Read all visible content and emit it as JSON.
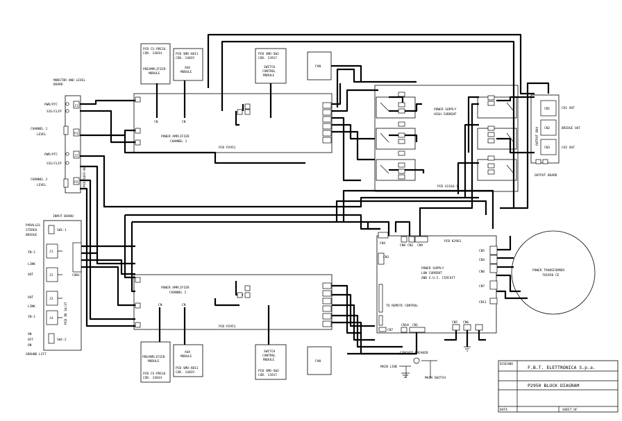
{
  "title_block": {
    "company_label": "DISEGNO",
    "company": "F.B.T. ELETTRONICA S.p.a.",
    "drawing_title": "P2950 BLOCK DIAGRAM",
    "date_label": "DATA",
    "sheet_label": "SHEET OF"
  },
  "monitor_board": {
    "title_line1": "MONITOR AND LEVEL",
    "title_line2": "BOARD",
    "pcb": "PCB 1465-00",
    "pwr_ptc_1": "PWR/PTC",
    "sig_clip_1": "SIG/CLIP",
    "channel1_level_a": "CHANNEL 1",
    "channel1_level_b": "LEVEL",
    "pwr_ptc_2": "PWR/PTC",
    "sig_clip_2": "SIG/CLIP",
    "channel2_level_a": "CHANNEL 2",
    "channel2_level_b": "LEVEL",
    "connectors": [
      "J1",
      "P1",
      "J2",
      "P2"
    ]
  },
  "input_board": {
    "title": "INPUT BOARD",
    "parallel_a": "PARALLEL",
    "parallel_b": "STEREO",
    "parallel_c": "BRIDGE",
    "in2": "IN-2",
    "link1": "LINK",
    "out1": "OUT",
    "out2": "OUT",
    "link2": "LINK",
    "in1": "IN-1",
    "on": "ON",
    "off": "OFF",
    "on2": "ON",
    "ground_lift": "GROUND LIFT",
    "sw1": "SW1-1",
    "sw2": "SW1-2",
    "pcb": "PCB IN 34/37",
    "jacks": [
      "J1",
      "J2",
      "J3",
      "J4"
    ],
    "con": "CON1"
  },
  "preamp_top": {
    "pcb": "PCB CS-PRE16",
    "cod": "COD. 14034",
    "name_a": "PREAMPLIFIER",
    "name_b": "MODULE"
  },
  "aux_top": {
    "pcb": "PCB SMD-AB11",
    "cod": "COD. 14035",
    "name_a": "AUX",
    "name_b": "MODULE"
  },
  "switch_top": {
    "pcb": "PCB SMD-SW2",
    "cod": "COD. 13917",
    "name_a": "SWITCH",
    "name_b": "CONTROL",
    "name_c": "MODULE"
  },
  "fan_top": {
    "label": "FAN"
  },
  "amp_ch1": {
    "title_a": "POWER AMPLIFIER",
    "title_b": "CHANNEL 1",
    "pcb": "PCB P2951",
    "cn_a": "CN",
    "cn_b": "CN"
  },
  "amp_ch2": {
    "title_a": "POWER AMPLIFIER",
    "title_b": "CHANNEL 2",
    "pcb": "PCB P2951",
    "cn_a": "CN",
    "cn_b": "CN"
  },
  "preamp_bot": {
    "name_a": "PREAMPLIFIER",
    "name_b": "MODULE",
    "pcb": "PCB CS-PRE16",
    "cod": "COD. 14034"
  },
  "aux_bot": {
    "name_a": "AUX",
    "name_b": "MODULE",
    "pcb": "PCB SMD-AB11",
    "cod": "COD. 14035"
  },
  "switch_bot": {
    "name_a": "SWITCH",
    "name_b": "CONTROL",
    "name_c": "MODULE",
    "pcb": "PCB SMD-SW2",
    "cod": "COD. 13917"
  },
  "fan_bot": {
    "label": "FAN"
  },
  "psu_high": {
    "title_a": "POWER SUPPLY",
    "title_b": "HIGH CURRENT",
    "pcb": "PCB A1164-1"
  },
  "output_board": {
    "label": "OUTPUT BOARD",
    "ch1": "CH1 OUT",
    "bridge": "BRIDGE OUT",
    "ch2": "CH2 OUT",
    "pcb": "OUTPUT BOA",
    "conns": [
      "CN1",
      "CN2",
      "CN3"
    ]
  },
  "psu_low": {
    "pcb": "PCB K2961",
    "title_a": "POWER SUPPLY",
    "title_b": "LOW CURRENT",
    "title_c": "AND E.U.I. CIRCUIT",
    "remote": "TO REMOTE CONTROL",
    "conns_top": [
      "CN4",
      "CN8",
      "CN2",
      "CN9"
    ],
    "cn3": "CN3",
    "cn7": "CN7",
    "cn10": "CN10",
    "cn1": "CN1",
    "cn5": "CN5",
    "cn6": "CN6",
    "right_conns": [
      "CN5",
      "CN4",
      "CN6",
      "CN7"
    ],
    "cn11": "CN11"
  },
  "transformer": {
    "name_a": "POWER TRANSFORMER",
    "name_b": "TOI850 CE"
  },
  "mains": {
    "breaker": "CIRCUIT BREAKER",
    "main_line": "MAIN LINE",
    "main_switch": "MAIN SWITCH"
  }
}
